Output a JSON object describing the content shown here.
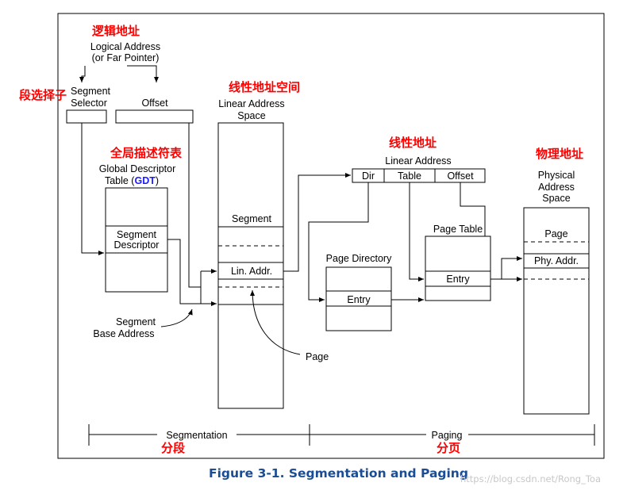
{
  "logical": {
    "cn": "逻辑地址",
    "line1": "Logical Address",
    "line2": "(or Far Pointer)"
  },
  "selector": {
    "cn": "段选择子",
    "line1": "Segment",
    "line2": "Selector"
  },
  "offset_label": "Offset",
  "gdt": {
    "cn": "全局描述符表",
    "line1": "Global Descriptor",
    "line2_pre": "Table (",
    "line2_abbr": "GDT",
    "line2_post": ")",
    "abbr_color": "#1a1aff",
    "entry_line1": "Segment",
    "entry_line2": "Descriptor"
  },
  "segment_base": {
    "line1": "Segment",
    "line2": "Base Address"
  },
  "linear_space": {
    "cn": "线性地址空间",
    "line1": "Linear Address",
    "line2": "Space",
    "segment": "Segment",
    "lin_addr": "Lin. Addr."
  },
  "page_label": "Page",
  "linear_address": {
    "cn": "线性地址",
    "title": "Linear Address",
    "fields": [
      "Dir",
      "Table",
      "Offset"
    ]
  },
  "page_directory": {
    "title": "Page Directory",
    "entry": "Entry"
  },
  "page_table": {
    "title": "Page Table",
    "entry": "Entry"
  },
  "physical": {
    "cn": "物理地址",
    "line1": "Physical",
    "line2": "Address",
    "line3": "Space",
    "page": "Page",
    "phy_addr": "Phy. Addr."
  },
  "bottom": {
    "segmentation": "Segmentation",
    "segmentation_cn": "分段",
    "paging": "Paging",
    "paging_cn": "分页"
  },
  "caption": "Figure 3-1.  Segmentation and Paging",
  "watermark": "https://blog.csdn.net/Rong_Toa",
  "colors": {
    "chinese_labels": "#ff0000",
    "caption": "#1a4d94"
  }
}
